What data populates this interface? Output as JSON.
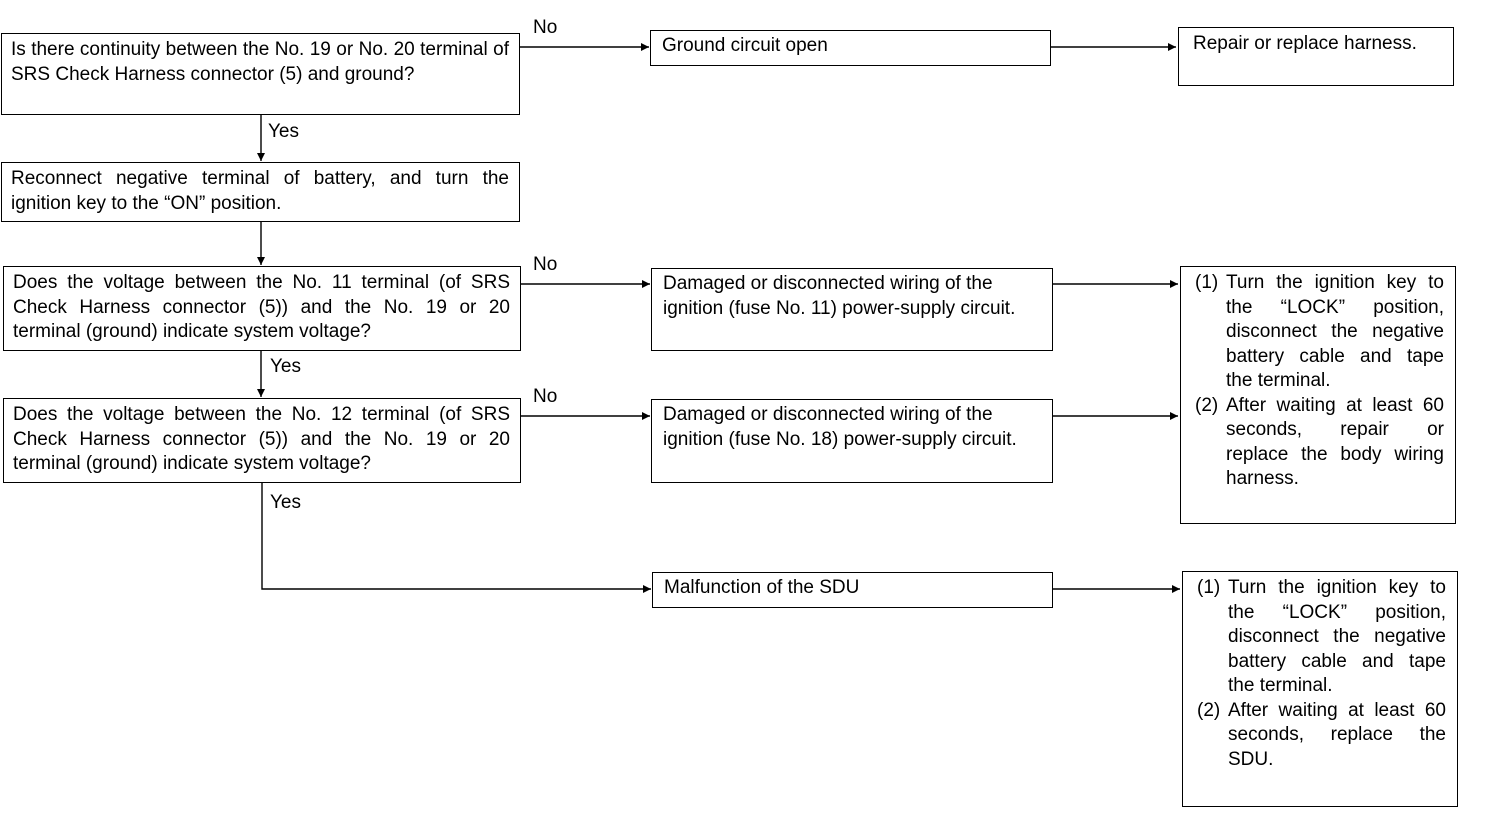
{
  "labels": {
    "yes": "Yes",
    "no": "No"
  },
  "questions": [
    {
      "id": "q1",
      "text": "Is there continuity between the No. 19 or No. 20 terminal of SRS Check Harness connector (5) and ground?"
    },
    {
      "id": "q2",
      "text": "Reconnect negative terminal of battery, and turn the ignition key to the “ON” position."
    },
    {
      "id": "q3",
      "text": "Does the voltage between the No. 11 terminal (of SRS Check Harness connector (5)) and the No. 19 or 20 terminal (ground) indicate system voltage?"
    },
    {
      "id": "q4",
      "text": "Does the voltage between the No. 12 terminal (of SRS Check Harness connector (5)) and the No. 19 or 20 terminal (ground) indicate system voltage?"
    }
  ],
  "results": [
    {
      "id": "r1",
      "text": "Ground circuit open"
    },
    {
      "id": "r2",
      "text": "Damaged or disconnected wiring of the ignition (fuse No. 11) power-supply circuit."
    },
    {
      "id": "r3",
      "text": "Damaged or disconnected wiring of the ignition (fuse No. 18) power-supply circuit."
    },
    {
      "id": "r4",
      "text": "Malfunction of the SDU"
    }
  ],
  "actions": {
    "a1": "Repair or replace harness.",
    "a2": [
      {
        "num": "(1)",
        "text": "Turn the ignition key to the “LOCK” position, disconnect the negative battery cable and tape the terminal."
      },
      {
        "num": "(2)",
        "text": "After waiting at least 60 seconds, repair or replace the body wiring harness."
      }
    ],
    "a3": [
      {
        "num": "(1)",
        "text": "Turn the ignition key to the “LOCK” position, disconnect the negative battery cable and tape the terminal."
      },
      {
        "num": "(2)",
        "text": "After waiting at least 60 seconds, replace the SDU."
      }
    ]
  }
}
